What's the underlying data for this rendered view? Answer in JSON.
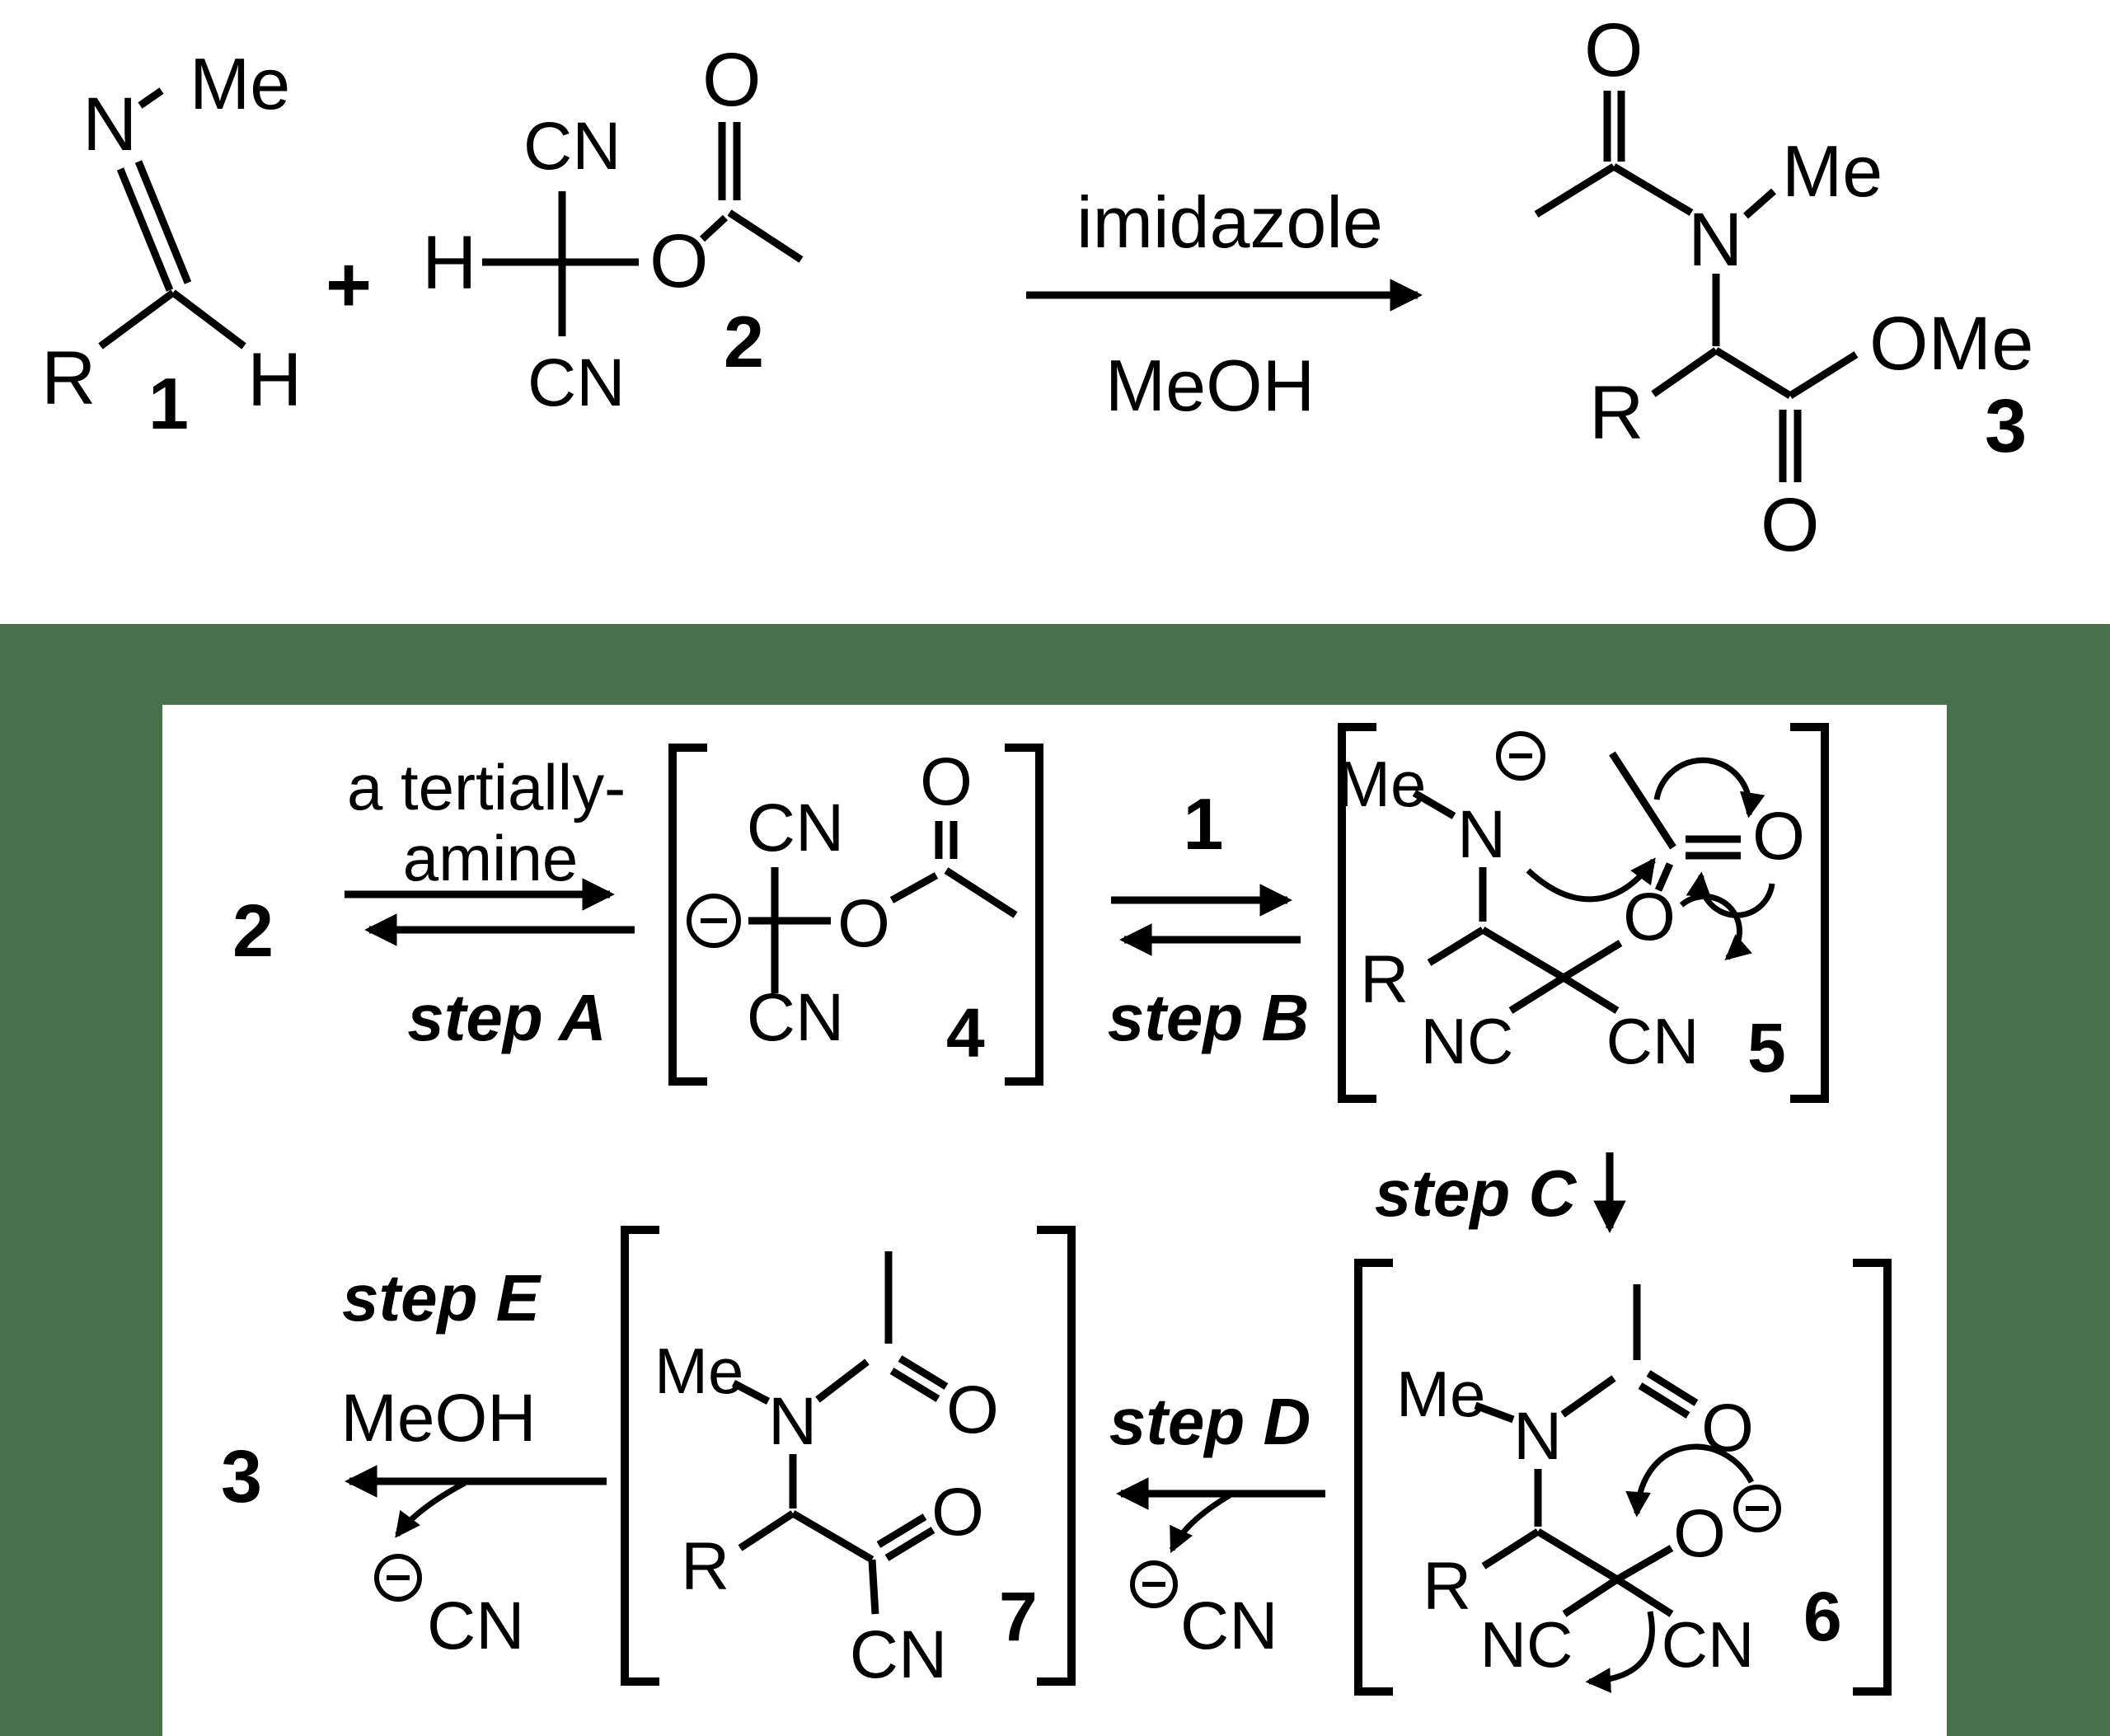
{
  "colors": {
    "frame": "#47704b",
    "ink": "#000000",
    "paper": "#ffffff"
  },
  "icons": {
    "negative_charge": "circled-minus",
    "reaction_arrow": "right-arrow",
    "equilibrium_arrows": "double-harpoon-arrows",
    "curly_arrow": "curved-electron-arrow"
  },
  "top_reaction": {
    "compound1": {
      "me": "Me",
      "n": "N",
      "r": "R",
      "h": "H",
      "number": "1"
    },
    "plus_sign": "+",
    "compound2": {
      "h": "H",
      "cn_top": "CN",
      "cn_bottom": "CN",
      "o_ester": "O",
      "o_carbonyl": "O",
      "number": "2"
    },
    "conditions": {
      "above": "imidazole",
      "below": "MeOH"
    },
    "compound3": {
      "o_acyl": "O",
      "me": "Me",
      "n": "N",
      "r": "R",
      "ome": "OMe",
      "o_ester": "O",
      "number": "3"
    }
  },
  "mechanism": {
    "start": "2",
    "step_a": {
      "reagent_line1": "a tertially-",
      "reagent_line2": "amine",
      "label": "step A"
    },
    "int4": {
      "cn_top": "CN",
      "cn_bottom": "CN",
      "o_ester": "O",
      "o_carbonyl": "O",
      "number": "4"
    },
    "step_b": {
      "reagent": "1",
      "label": "step B"
    },
    "int5": {
      "me": "Me",
      "n": "N",
      "r": "R",
      "nc": "NC",
      "cn": "CN",
      "o_ester": "O",
      "o_carbonyl": "O",
      "number": "5"
    },
    "step_c": {
      "label": "step C"
    },
    "int6": {
      "me": "Me",
      "n": "N",
      "r": "R",
      "nc": "NC",
      "cn": "CN",
      "o_carbonyl": "O",
      "o_alkoxide": "O",
      "number": "6"
    },
    "step_d": {
      "label": "step D",
      "byproduct_cn": "CN"
    },
    "int7": {
      "me": "Me",
      "n": "N",
      "r": "R",
      "o_amide": "O",
      "o_keto": "O",
      "cn": "CN",
      "number": "7"
    },
    "step_e": {
      "label": "step E",
      "solvent": "MeOH",
      "product": "3",
      "byproduct_cn": "CN"
    }
  }
}
